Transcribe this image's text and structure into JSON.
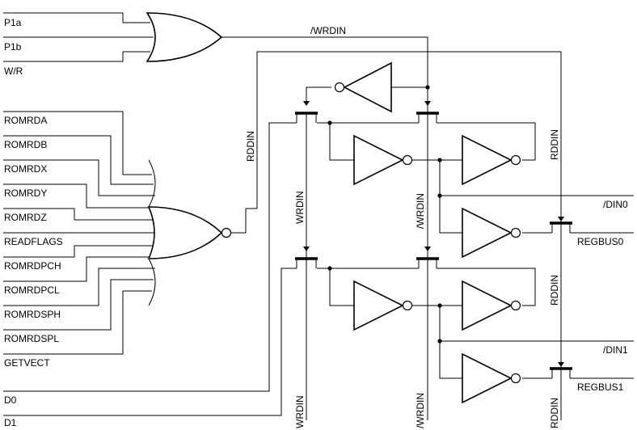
{
  "inputs": {
    "p1a": "P1a",
    "p1b": "P1b",
    "wr": "W/R",
    "romrda": "ROMRDA",
    "romrdb": "ROMRDB",
    "romrdx": "ROMRDX",
    "romrdy": "ROMRDY",
    "romrdz": "ROMRDZ",
    "readflags": "READFLAGS",
    "romrdpch": "ROMRDPCH",
    "romrdpcl": "ROMRDPCL",
    "romrdsph": "ROMRDSPH",
    "romrdspl": "ROMRDSPL",
    "getvect": "GETVECT",
    "d0": "D0",
    "d1": "D1"
  },
  "nets": {
    "wrdin": "/WRDIN",
    "rddin": "RDDIN",
    "wrdin_plain": "WRDIN"
  },
  "outputs": {
    "din0": "/DIN0",
    "regbus0": "REGBUS0",
    "din1": "/DIN1",
    "regbus1": "REGBUS1"
  }
}
